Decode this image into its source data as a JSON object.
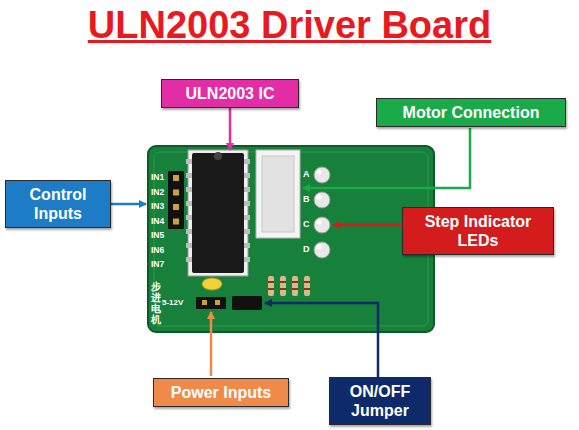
{
  "diagram": {
    "title": "ULN2003 Driver Board",
    "nodes": [
      {
        "text": [
          "ULN2003 IC"
        ]
      },
      {
        "text": [
          "Motor Connection"
        ]
      },
      {
        "text": [
          "Control Inputs"
        ]
      },
      {
        "text": [
          "Step Indicator LEDs"
        ]
      },
      {
        "text": [
          "Power Inputs"
        ]
      },
      {
        "text": [
          "ON/OFF Jumper"
        ]
      }
    ],
    "labels": [
      "IN1",
      "IN2",
      "IN3",
      "IN4",
      "IN5",
      "IN6",
      "IN7",
      "A",
      "B",
      "C",
      "D",
      "步进电机",
      "5-12V"
    ]
  }
}
